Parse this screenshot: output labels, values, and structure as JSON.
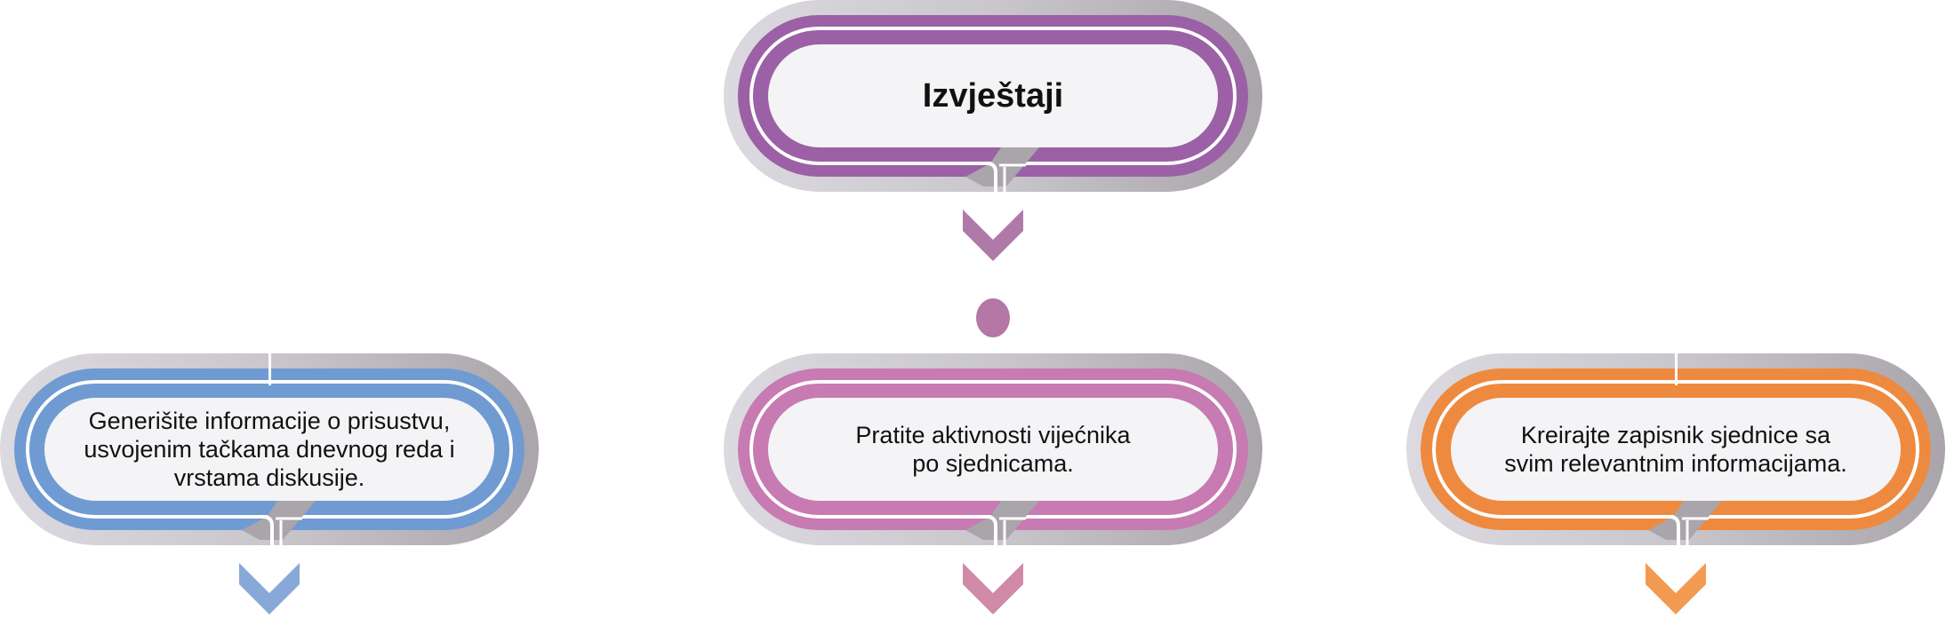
{
  "title_node": {
    "label": "Izvještaji",
    "color": "#9b60a5",
    "chevron_color": "#b07aa8"
  },
  "connector_dot_color": "#b477a6",
  "nodes": [
    {
      "label": "Generišite informacije o prisustvu,\nusvojenim tačkama dnevnog reda i\nvrstama diskusije.",
      "color": "#6f9bd2",
      "chevron_color": "#88a9d8"
    },
    {
      "label": "Pratite aktivnosti vijećnika\npo sjednicama.",
      "color": "#c87ab2",
      "chevron_color": "#d08aa8"
    },
    {
      "label": "Kreirajte zapisnik sjednice sa\nsvim relevantnim informacijama.",
      "color": "#ee8a3f",
      "chevron_color": "#f29a52"
    }
  ]
}
